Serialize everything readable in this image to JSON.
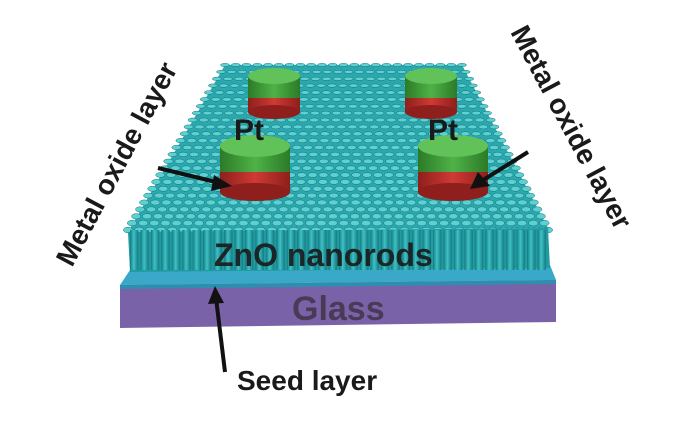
{
  "labels": {
    "metal_oxide_left": "Metal oxide layer",
    "metal_oxide_right": "Metal oxide layer",
    "pt_left": "Pt",
    "pt_right": "Pt",
    "zno": "ZnO nanorods",
    "glass": "Glass",
    "seed": "Seed layer"
  },
  "colors": {
    "rod": "#2fb3b8",
    "rod_dark": "#167f86",
    "rod_top": "#5fd0d2",
    "glass_side": "#7a62a8",
    "glass_top": "#3aa9c9",
    "pt_green": "#3f9a3a",
    "pt_green_top": "#62c25a",
    "oxide_red": "#c0312d",
    "text": "#1a1a1a"
  }
}
